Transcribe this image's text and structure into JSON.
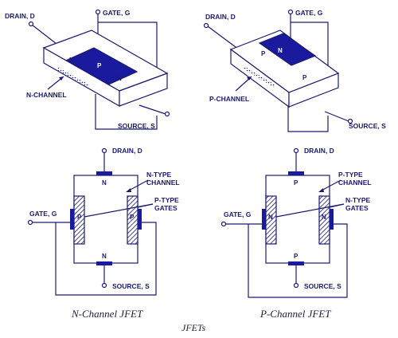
{
  "top_left": {
    "drain": "DRAIN, D",
    "gate": "GATE, G",
    "source": "SOURCE, S",
    "channel_label": "N-CHANNEL",
    "region_left": "N",
    "region_mid": "P",
    "region_right": "N"
  },
  "top_right": {
    "drain": "DRAIN, D",
    "gate": "GATE, G",
    "source": "SOURCE, S",
    "channel_label": "P-CHANNEL",
    "region_left": "P",
    "region_mid": "N",
    "region_right": "P"
  },
  "bottom_left": {
    "drain": "DRAIN, D",
    "gate": "GATE, G",
    "source": "SOURCE, S",
    "channel_line1": "N-TYPE",
    "channel_line2": "CHANNEL",
    "gates_line1": "P-TYPE",
    "gates_line2": "GATES",
    "top_region": "N",
    "bottom_region": "N",
    "gate_region_left": "P",
    "gate_region_right": "P",
    "caption": "N-Channel JFET"
  },
  "bottom_right": {
    "drain": "DRAIN, D",
    "gate": "GATE, G",
    "source": "SOURCE, S",
    "channel_line1": "P-TYPE",
    "channel_line2": "CHANNEL",
    "gates_line1": "N-TYPE",
    "gates_line2": "GATES",
    "top_region": "P",
    "bottom_region": "P",
    "gate_region_left": "N",
    "gate_region_right": "N",
    "caption": "P-Channel JFET"
  },
  "main_caption": "JFETs",
  "colors": {
    "ink": "#1a1a6e",
    "dark_region": "#1a1a9e"
  }
}
